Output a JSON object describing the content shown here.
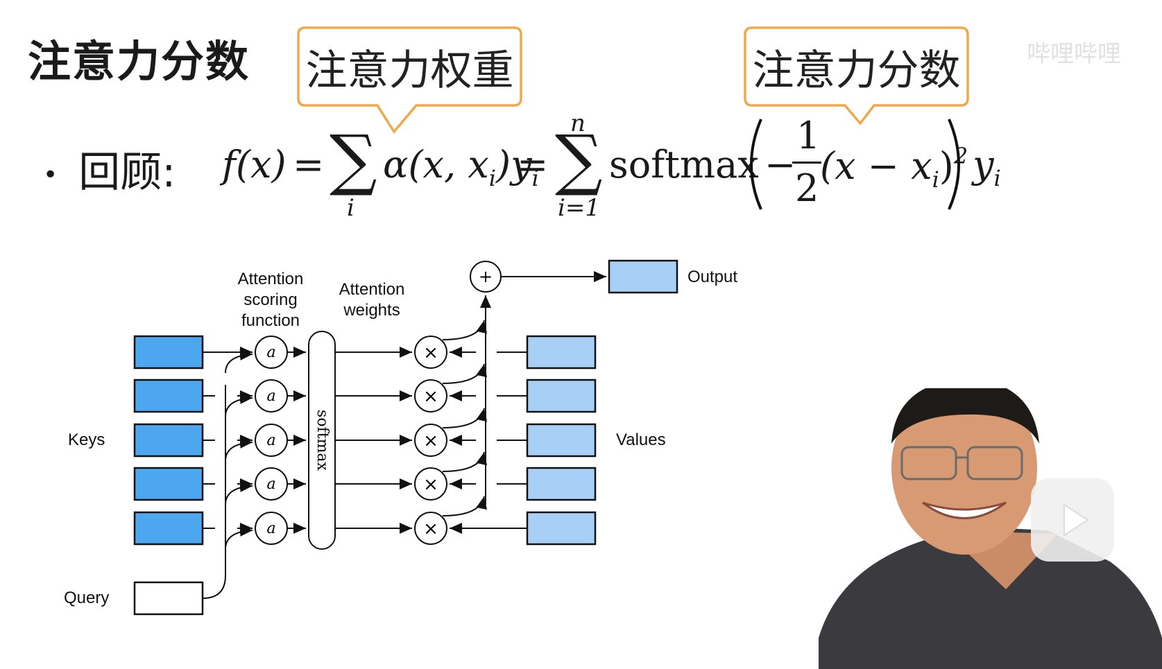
{
  "slide": {
    "title": "注意力分数"
  },
  "callouts": {
    "weights": "注意力权重",
    "scores": "注意力分数"
  },
  "bullet": {
    "label": "回顾:"
  },
  "formula": {
    "lhs": "f(x)",
    "equals": "=",
    "sum1_symbol": "∑",
    "sum1_lower": "i",
    "alpha_term": "α(x, x",
    "alpha_sub": "i",
    "y1": ")y",
    "y1_sub": "i",
    "sum2_symbol": "∑",
    "sum2_upper": "n",
    "sum2_lower": "i=1",
    "softmax": "softmax",
    "minus": "−",
    "frac_num": "1",
    "frac_den": "2",
    "paren_term": "(x − x",
    "paren_sub": "i",
    "paren_close": ")",
    "power": "2",
    "y2": "y",
    "y2_sub": "i"
  },
  "diagram": {
    "labels": {
      "scoring": [
        "Attention",
        "scoring",
        "function"
      ],
      "weights": [
        "Attention",
        "weights"
      ],
      "output": "Output",
      "keys": "Keys",
      "values": "Values",
      "query": "Query",
      "softmax": "softmax",
      "score_node": "a",
      "multiply_node": "×",
      "plus_node": "+"
    },
    "colors": {
      "key_fill": "#4da6f0",
      "value_fill": "#a8cff5",
      "output_fill": "#a8cff5",
      "query_fill": "#ffffff",
      "callout_border": "#f0a84a"
    }
  },
  "watermark": "哔哩哔哩"
}
